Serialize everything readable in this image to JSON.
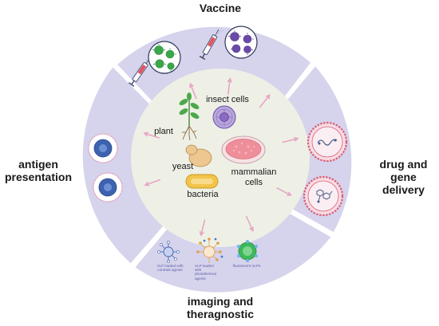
{
  "sections": {
    "vaccine": "Vaccine",
    "drug_delivery_1": "drug and gene",
    "drug_delivery_2": "delivery",
    "antigen_1": "antigen",
    "antigen_2": "presentation",
    "imaging_1": "imaging and",
    "imaging_2": "theragnostic"
  },
  "expression_systems": {
    "plant": "plant",
    "insect": "insect cells",
    "yeast": "yeast",
    "mammalian_1": "mammalian",
    "mammalian_2": "cells",
    "bacteria": "bacteria"
  },
  "imaging_items": {
    "contrast_1": "VLP loaded with",
    "contrast_2": "contrast agents",
    "photo_1": "VLP loaded",
    "photo_2": "with",
    "photo_3": "photothermal",
    "photo_4": "agents",
    "fluor": "fluorescent VLPs"
  },
  "icons": [
    "syringe-icon",
    "virus-icon",
    "plant-icon",
    "insect-cell-icon",
    "yeast-icon",
    "petri-dish-icon",
    "bacteria-icon",
    "vlp-icon"
  ],
  "colors": {
    "ring": "#d6d3ec",
    "center": "#eef0e6",
    "arrow": "#e6a5c4",
    "virus_green": "#3aa84a",
    "virus_purple": "#6a4aa8",
    "vlp_blue": "#3d62b0",
    "vlp_pink": "#d9607a"
  }
}
